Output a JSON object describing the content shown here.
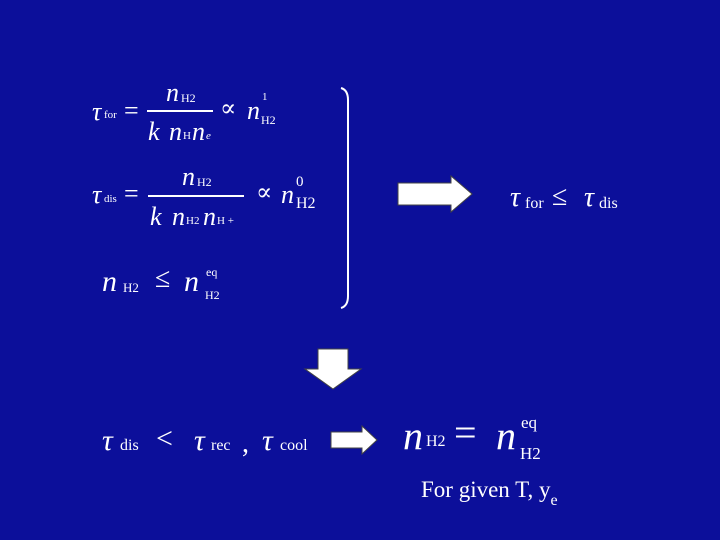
{
  "slide": {
    "background": "#0c0f9a",
    "text_color": "#ffffff"
  },
  "equations": {
    "tau_symbol": "τ",
    "n_symbol": "n",
    "k_symbol": "k",
    "proportional": "∝",
    "eq_sign": "=",
    "leq": "≤",
    "less_than": "<",
    "comma": ",",
    "for_sub": "for",
    "dis_sub": "dis",
    "rec_sub": "rec",
    "cool_sub": "cool",
    "H2_sub": "H2",
    "H_sub": "H",
    "e_sub": "e",
    "Hplus_sub": "H +",
    "eq_sup": "eq",
    "exp_one": "1",
    "exp_zero": "0"
  },
  "note": {
    "text": "For given T, y",
    "sub": "e"
  }
}
